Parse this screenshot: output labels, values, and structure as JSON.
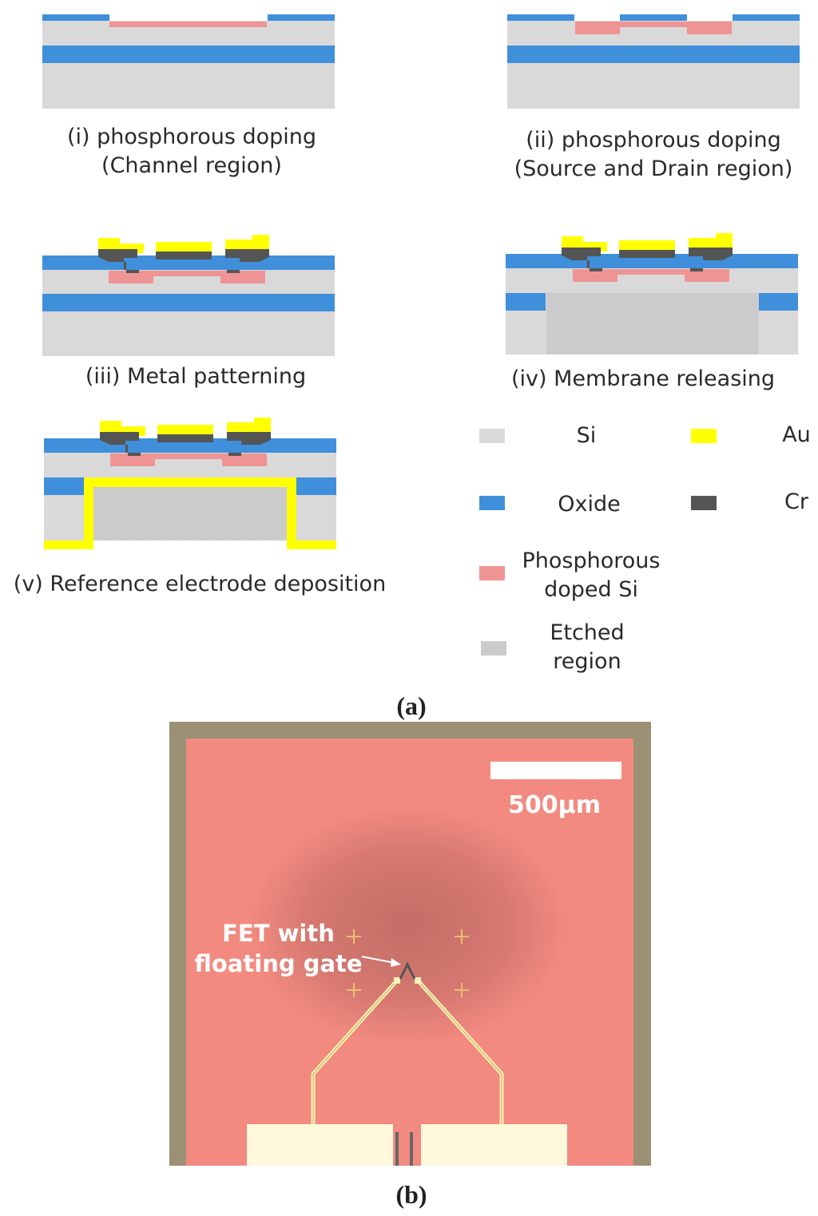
{
  "colors": {
    "si": "#d9d9d9",
    "oxide": "#3f8fdb",
    "phosphorous": "#ef9494",
    "etched": "#cfcfcf",
    "au": "#ffff00",
    "cr": "#555555",
    "chip_bg": "#f28a80",
    "chip_frame": "#9c9174"
  },
  "steps": [
    {
      "id": "i",
      "line1": "(i) phosphorous doping",
      "line2": "(Channel region)"
    },
    {
      "id": "ii",
      "line1": "(ii) phosphorous doping",
      "line2": "(Source and Drain region)"
    },
    {
      "id": "iii",
      "line1": "(iii) Metal patterning"
    },
    {
      "id": "iv",
      "line1": "(iv) Membrane releasing"
    },
    {
      "id": "v",
      "line1": "(v) Reference electrode deposition"
    }
  ],
  "legend": {
    "si": "Si",
    "au": "Au",
    "oxide": "Oxide",
    "cr": "Cr",
    "phosphorous_1": "Phosphorous",
    "phosphorous_2": "doped Si",
    "etched_1": "Etched",
    "etched_2": "region"
  },
  "panel_a": "(a)",
  "panel_b": "(b)",
  "micrograph": {
    "scale_label": "500μm",
    "annotation_1": "FET with",
    "annotation_2": "floating gate"
  }
}
